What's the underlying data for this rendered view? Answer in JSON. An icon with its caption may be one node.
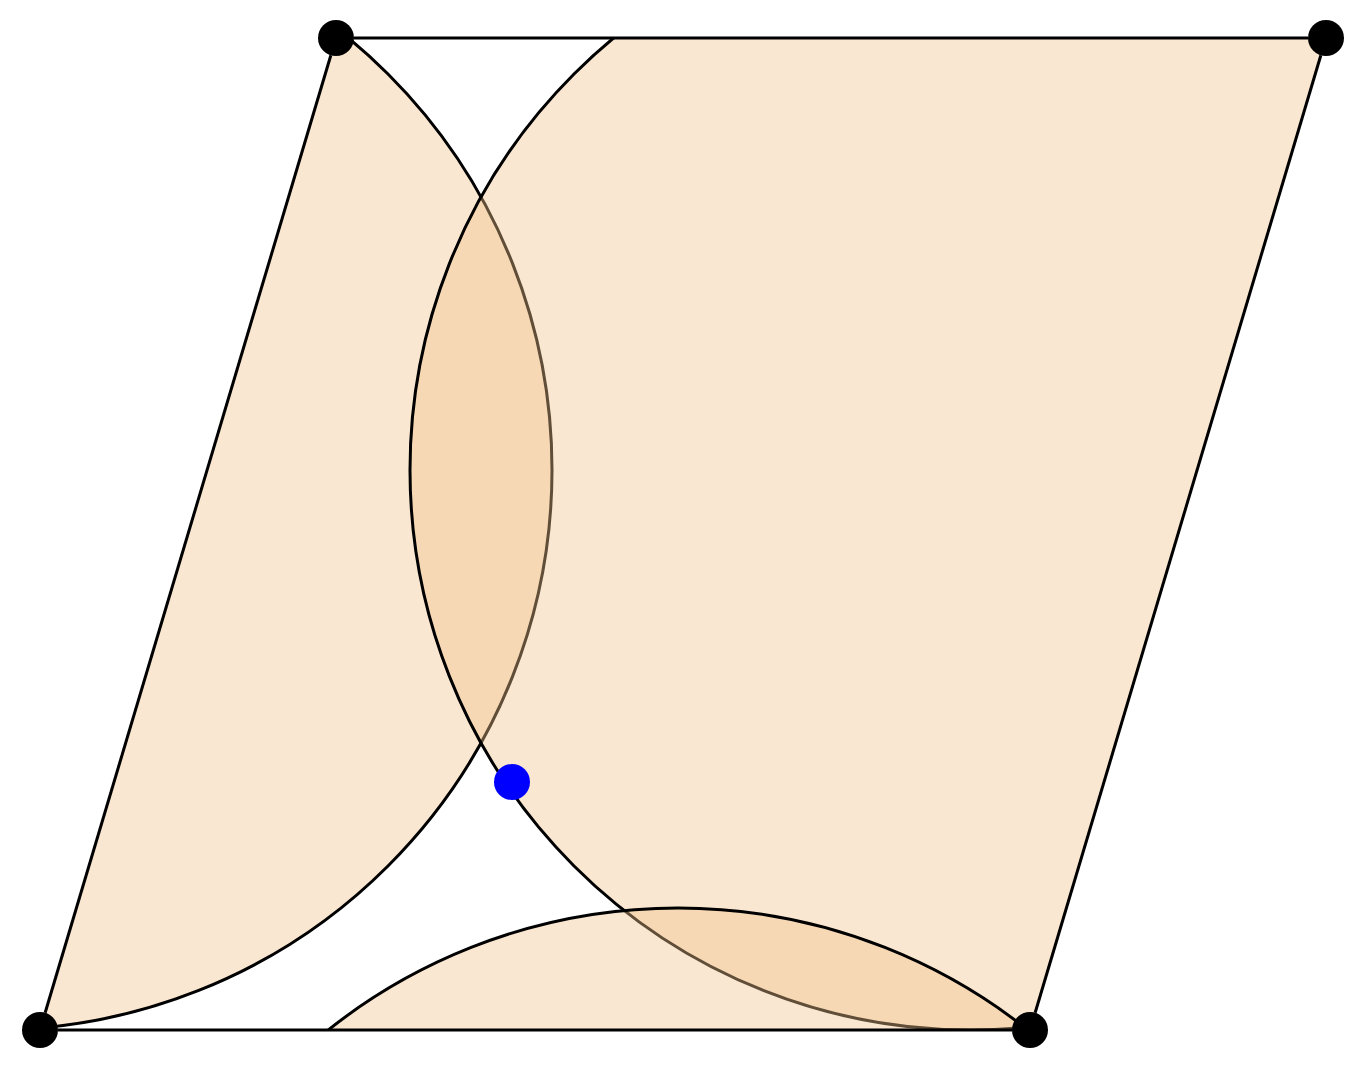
{
  "diagram": {
    "nodes": [
      {
        "text": [],
        "shape": "circle"
      },
      {
        "text": [],
        "shape": "circle"
      },
      {
        "text": [],
        "shape": "circle"
      },
      {
        "text": [],
        "shape": "circle"
      }
    ],
    "edges": [
      {
        "from": 0,
        "to": 1,
        "arrow": "none"
      },
      {
        "from": 1,
        "to": 3,
        "arrow": "none"
      },
      {
        "from": 2,
        "to": 3,
        "arrow": "none"
      },
      {
        "from": 2,
        "to": 0,
        "arrow": "none"
      }
    ]
  }
}
